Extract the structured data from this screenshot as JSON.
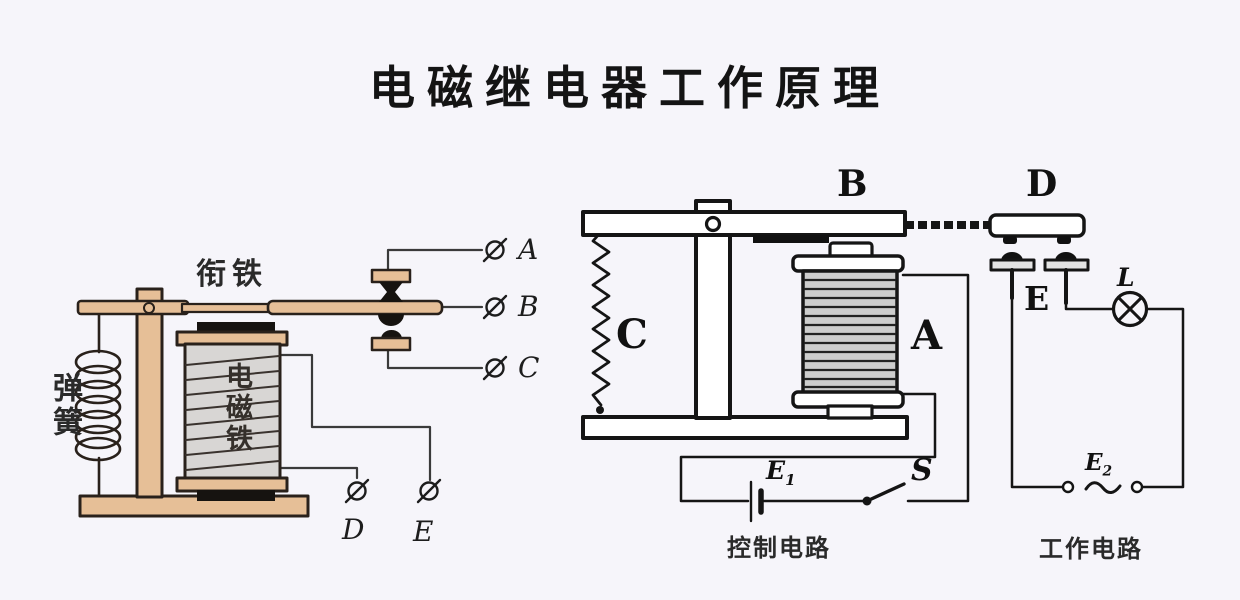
{
  "title": "电磁继电器工作原理",
  "colors": {
    "background": "#f6f5fa",
    "metal_tan": "#e6bf97",
    "coil_gray": "#d8d6d4",
    "outline_left": "#29211b",
    "outline_right": "#151515"
  },
  "left_diagram": {
    "labels": {
      "armature": "衔铁",
      "spring": "弹簧",
      "electromagnet": "电磁铁"
    },
    "terminals": {
      "a": "A",
      "b": "B",
      "c": "C",
      "d": "D",
      "e": "E"
    }
  },
  "right_diagram": {
    "labels": {
      "armature_bar": "B",
      "contact_bar": "D",
      "spring": "C",
      "coil": "A",
      "fixed_contact": "E",
      "switch": "S",
      "lamp": "L"
    },
    "battery": {
      "base": "E",
      "sub": "1"
    },
    "ac_source": {
      "base": "E",
      "sub": "2"
    },
    "captions": {
      "control_circuit": "控制电路",
      "work_circuit": "工作电路"
    }
  }
}
